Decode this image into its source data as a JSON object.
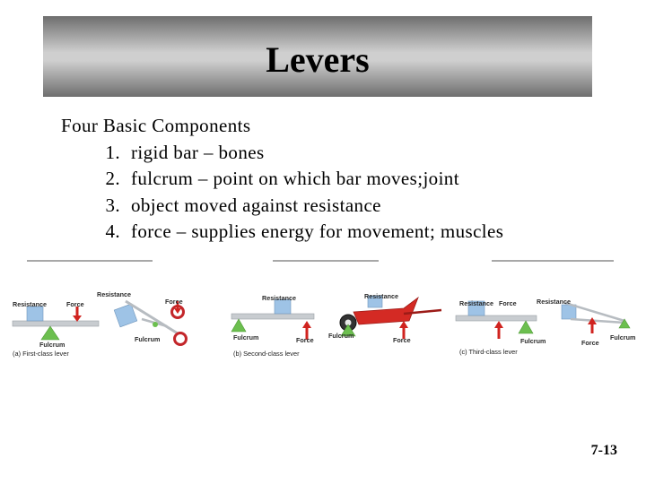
{
  "slide": {
    "title": "Levers",
    "heading": "Four Basic Components",
    "items": [
      {
        "num": "1.",
        "text": "rigid bar – bones"
      },
      {
        "num": "2.",
        "text": "fulcrum – point on which bar moves;joint"
      },
      {
        "num": "3.",
        "text": "object moved against resistance"
      },
      {
        "num": "4.",
        "text": "force – supplies energy for movement; muscles"
      }
    ],
    "page_number": "7-13"
  },
  "figure": {
    "first_class": {
      "resistance": "Resistance",
      "force": "Force",
      "fulcrum": "Fulcrum",
      "resistance_2": "Resistance",
      "force_2": "Force",
      "fulcrum_2": "Fulcrum",
      "caption": "(a) First-class lever"
    },
    "second_class": {
      "resistance": "Resistance",
      "fulcrum": "Fulcrum",
      "force": "Force",
      "resistance_2": "Resistance",
      "fulcrum_2": "Fulcrum",
      "force_2": "Force",
      "caption": "(b) Second-class lever"
    },
    "third_class": {
      "resistance": "Resistance",
      "force": "Force",
      "fulcrum": "Fulcrum",
      "resistance_2": "Resistance",
      "force_2": "Force",
      "fulcrum_2": "Fulcrum",
      "caption": "(c) Third-class lever"
    },
    "colors": {
      "bar": "#c8ccd0",
      "block": "#9ec3e6",
      "fulcrum": "#6cbf4f",
      "force_arrow": "#d0231f",
      "wheelbarrow": "#d42a24"
    }
  }
}
